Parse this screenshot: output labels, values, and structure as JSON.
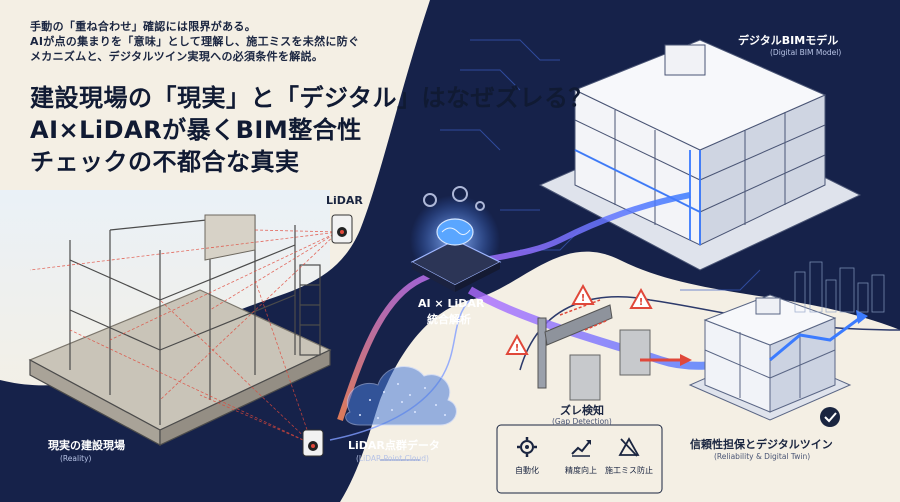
{
  "intro": {
    "line1": "手動の「重ね合わせ」確認には限界がある。",
    "line2": "AIが点の集まりを「意味」として理解し、施工ミスを未然に防ぐ",
    "line3": "メカニズムと、デジタルツイン実現への必須条件を解説。"
  },
  "headline": {
    "line1": "建設現場の「現実」と「デジタル」はなぜズレる？",
    "line2": "AI×LiDARが暴くBIM整合性",
    "line3": "チェックの不都合な真実"
  },
  "labels": {
    "bim_model": "デジタルBIMモデル",
    "bim_model_sub": "(Digital BIM Model)",
    "lidar": "LiDAR",
    "ai_analysis_1": "AI × LiDAR",
    "ai_analysis_2": "統合解析",
    "reality": "現実の建設現場",
    "reality_sub": "(Reality)",
    "point_cloud": "LiDAR点群データ",
    "point_cloud_sub": "(LiDAR Point Cloud)",
    "gap": "ズレ検知",
    "gap_sub": "(Gap Detection)",
    "twin": "信頼性担保とデジタルツイン",
    "twin_sub": "(Reliability & Digital Twin)"
  },
  "features": [
    {
      "label": "自動化",
      "icon": "gear-icon"
    },
    {
      "label": "精度向上",
      "icon": "chart-up-icon"
    },
    {
      "label": "施工ミス防止",
      "icon": "no-error-icon"
    }
  ],
  "colors": {
    "navy": "#16224a",
    "cream": "#f4efe4",
    "accent_blue": "#3b7bff",
    "accent_purple": "#b06bff",
    "alert_red": "#e0483a"
  }
}
